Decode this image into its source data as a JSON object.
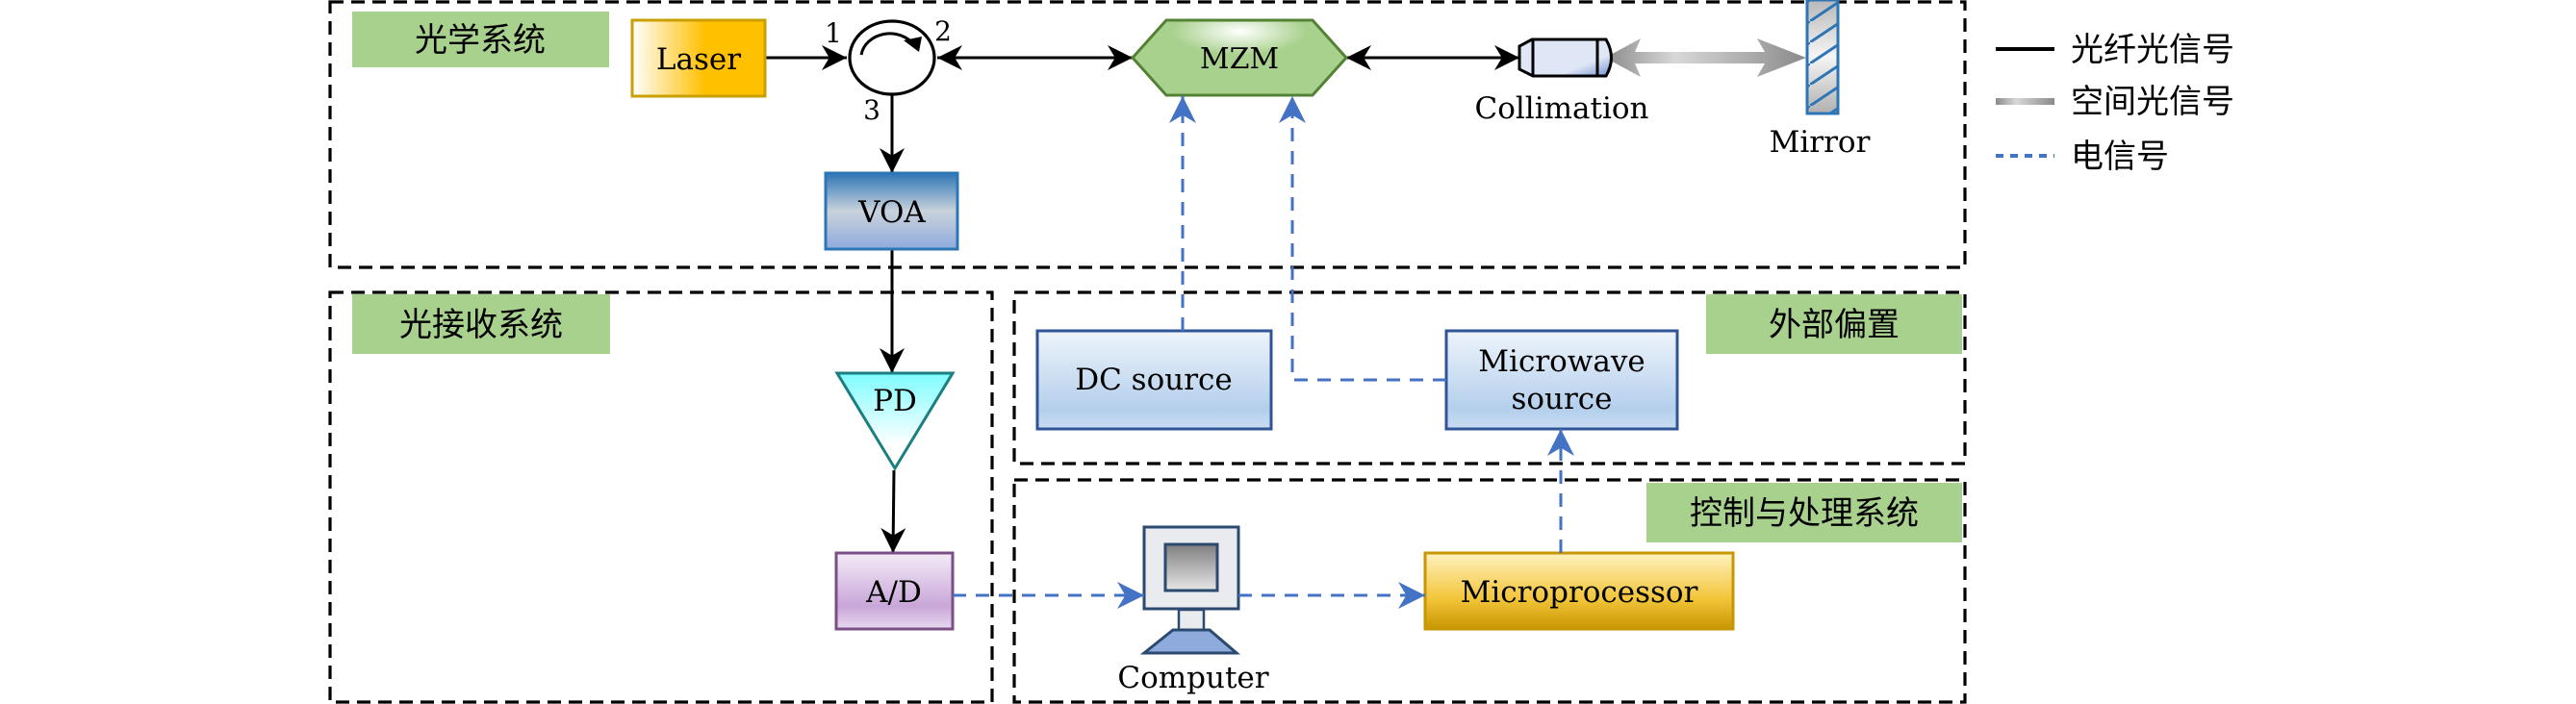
{
  "diagram": {
    "groups": {
      "optical": "光学系统",
      "receiver": "光接收系统",
      "bias": "外部偏置",
      "control": "控制与处理系统"
    },
    "components": {
      "laser": "Laser",
      "mzm": "MZM",
      "collimation": "Collimation",
      "mirror": "Mirror",
      "voa": "VOA",
      "pd": "PD",
      "adc": "A/D",
      "dc_source": "DC source",
      "microwave_line1": "Microwave",
      "microwave_line2": "source",
      "computer": "Computer",
      "microprocessor": "Microprocessor"
    },
    "circulator_ports": {
      "p1": "1",
      "p2": "2",
      "p3": "3"
    },
    "legend": [
      {
        "label": "光纤光信号",
        "style": "solid-black"
      },
      {
        "label": "空间光信号",
        "style": "gradient-gray"
      },
      {
        "label": "电信号",
        "style": "dashed-blue"
      }
    ],
    "colors": {
      "group_label_bg": "#a9d18e",
      "laser": "#ffc000",
      "mzm": "#a9d18e",
      "mzm_stroke": "#548235",
      "voa": "#2e75b6",
      "pd": "#7ffcff",
      "pd_stroke": "#1b7f7f",
      "adc": "#c9a6d9",
      "adc_stroke": "#7a4f86",
      "box_blue": "#b4cfec",
      "box_blue_stroke": "#2f5597",
      "microprocessor": "#e5b20f",
      "electrical": "#4472c4"
    }
  }
}
